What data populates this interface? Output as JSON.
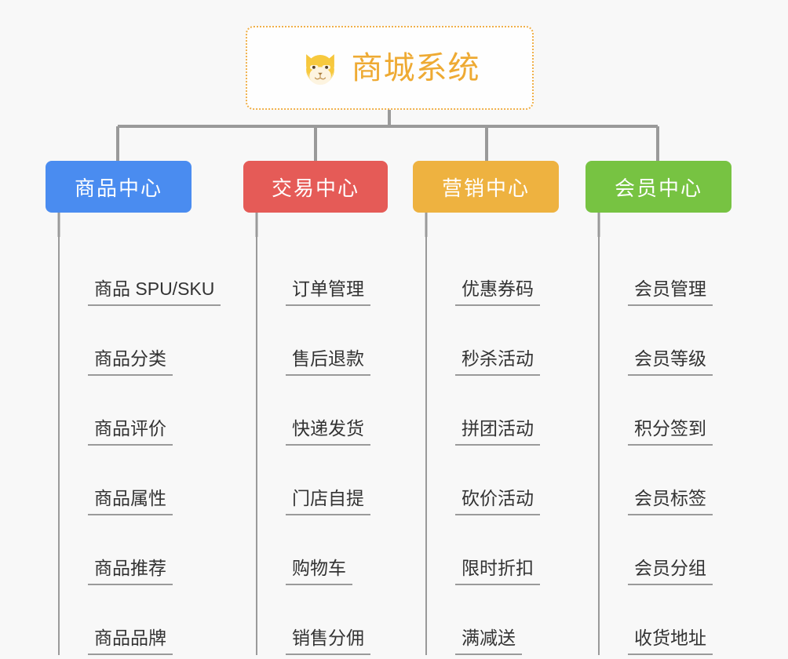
{
  "root": {
    "title": "商城系统",
    "icon": "shiba-dog-icon",
    "border_color": "#f0b04a",
    "text_color": "#eeaa33",
    "background": "#fefefe"
  },
  "canvas": {
    "background": "#f8f8f8",
    "connector_color": "#9a9a9a"
  },
  "branches": [
    {
      "label": "商品中心",
      "color": "#4a8cf0",
      "items": [
        "商品 SPU/SKU",
        "商品分类",
        "商品评价",
        "商品属性",
        "商品推荐",
        "商品品牌"
      ]
    },
    {
      "label": "交易中心",
      "color": "#e55b57",
      "items": [
        "订单管理",
        "售后退款",
        "快递发货",
        "门店自提",
        "购物车",
        "销售分佣"
      ]
    },
    {
      "label": "营销中心",
      "color": "#eeb240",
      "items": [
        "优惠券码",
        "秒杀活动",
        "拼团活动",
        "砍价活动",
        "限时折扣",
        "满减送"
      ]
    },
    {
      "label": "会员中心",
      "color": "#77c342",
      "items": [
        "会员管理",
        "会员等级",
        "积分签到",
        "会员标签",
        "会员分组",
        "收货地址"
      ]
    }
  ]
}
